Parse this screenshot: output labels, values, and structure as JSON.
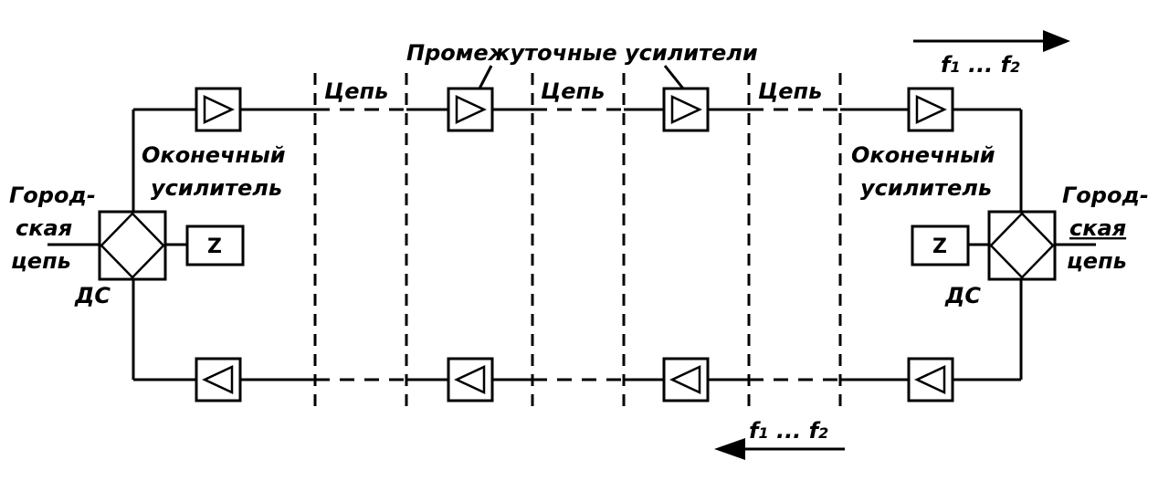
{
  "labels": {
    "intermediate_amplifiers": "Промежуточные усилители",
    "circuit": "Цепь",
    "terminal_amp_line1": "Оконечный",
    "terminal_amp_line2": "усилитель",
    "city_line1": "Город-",
    "city_line2": "ская",
    "city_line3": "цепь",
    "ds": "ДС",
    "z": "Z",
    "freq_f1": "f",
    "freq_sub1": "1",
    "freq_mid": " ... f",
    "freq_sub2": "2"
  }
}
